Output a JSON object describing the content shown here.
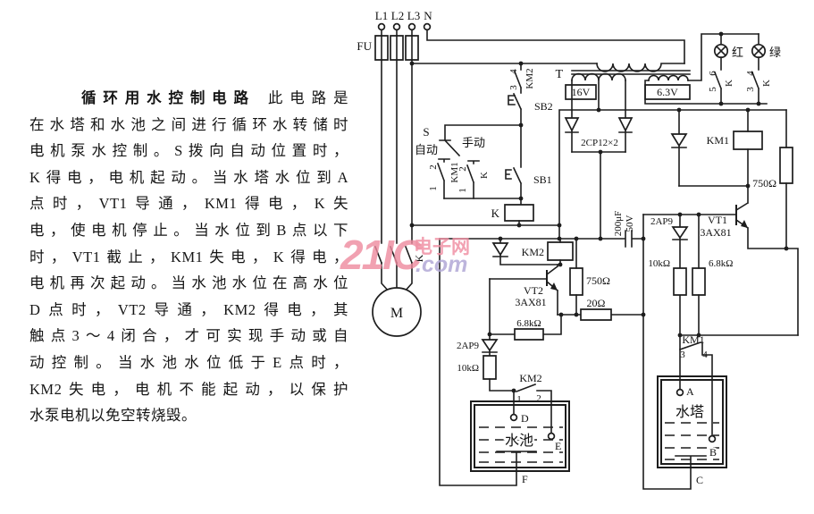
{
  "article": {
    "title": "循环用水控制电路",
    "intro_rest": "此电路是",
    "lines": [
      "在水塔和水池之间进行循环水转储时",
      "电机泵水控制。S拨向自动位置时，",
      "K得电，电机起动。当水塔水位到A",
      "点时，VT1导通，KM1得电，K失",
      "电，使电机停止。当水位到B点以下",
      "时，VT1截止，KM1失电，K得电，",
      "电机再次起动。当水池水位在高水位",
      "D点时，VT2导通，KM2得电，其",
      "触点3～4闭合，才可实现手动或自",
      "动控制。当水池水位低于E点时，",
      "KM2失电，电机不能起动，以保护",
      "水泵电机以免空转烧毁。"
    ]
  },
  "watermark": {
    "big": "21IC",
    "site": "电子网",
    "dotcom": ".com"
  },
  "colors": {
    "ink": "#1d1d1d",
    "wm_pink": "#ee8a9e",
    "wm_purple": "#b2a8d6"
  },
  "labels": {
    "l1": "L1",
    "l2": "L2",
    "l3": "L3",
    "n": "N",
    "fu": "FU",
    "km2_top": "KM2",
    "km2_top_3": "3",
    "km2_top_4": "4",
    "sb2": "SB2",
    "s": "S",
    "auto": "自动",
    "manual": "手动",
    "km1_sel": "KM1",
    "km1_sel_1": "1",
    "km1_sel_2": "2",
    "k_sel": "K",
    "k_sel_1": "1",
    "k_sel_2": "2",
    "sb1": "SB1",
    "k_coil": "K",
    "k_contactor": "K",
    "motor": "M",
    "t": "T",
    "v16": "16V",
    "v63": "6.3V",
    "rect_diodes": "2CP12×2",
    "cap_uf": "200μF",
    "cap_v": "50V",
    "lamp_red": "红",
    "lamp_green": "绿",
    "k_lamp1": "K",
    "k_lamp1_5": "5",
    "k_lamp1_6": "6",
    "k_lamp2": "K",
    "k_lamp2_3": "3",
    "k_lamp2_4": "4",
    "km1_coil": "KM1",
    "r750_1": "750Ω",
    "vt1": "VT1",
    "vt1_type": "3AX81",
    "d2ap9_1": "2AP9",
    "r10k_1": "10kΩ",
    "r68k_1": "6.8kΩ",
    "km2_coil": "KM2",
    "r750_2": "750Ω",
    "vt2": "VT2",
    "vt2_type": "3AX81",
    "r20": "20Ω",
    "r68k_2": "6.8kΩ",
    "d2ap9_2": "2AP9",
    "r10k_2": "10kΩ",
    "km2_contact": "KM2",
    "km2_c1": "1",
    "km2_c2": "2",
    "km1_contact": "KM1",
    "km1_c3": "3",
    "km1_c4": "4",
    "pool": "水池",
    "tower": "水塔",
    "pA": "A",
    "pB": "B",
    "pC": "C",
    "pD": "D",
    "pE": "E",
    "pF": "F"
  }
}
